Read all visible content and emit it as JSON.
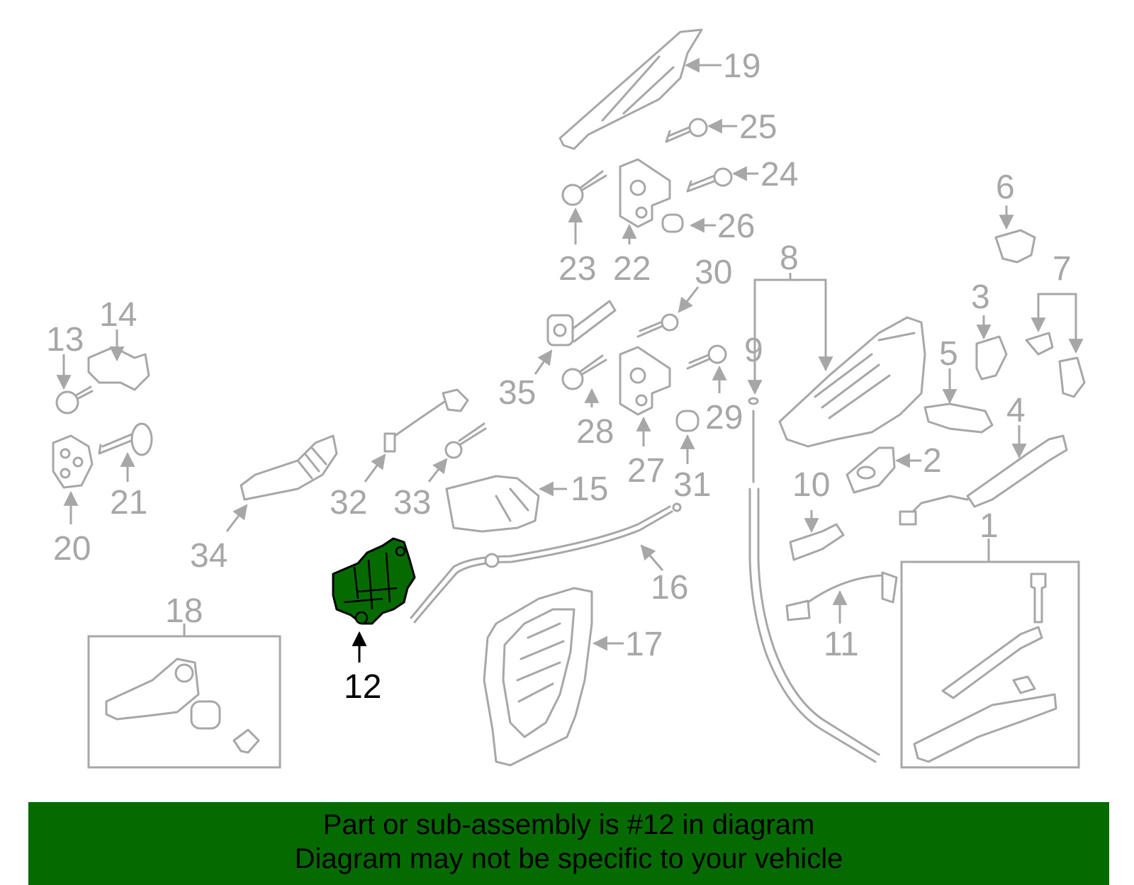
{
  "diagram": {
    "highlighted_part": "12",
    "highlight_color": "#056b00",
    "line_color": "#a7a7a7",
    "callouts": [
      "1",
      "2",
      "3",
      "4",
      "5",
      "6",
      "7",
      "8",
      "9",
      "10",
      "11",
      "12",
      "13",
      "14",
      "15",
      "16",
      "17",
      "18",
      "19",
      "20",
      "21",
      "22",
      "23",
      "24",
      "25",
      "26",
      "27",
      "28",
      "29",
      "30",
      "31",
      "32",
      "33",
      "34",
      "35"
    ]
  },
  "banner": {
    "line1": "Part or sub-assembly is #12 in diagram",
    "line2": "Diagram may not be specific to your vehicle",
    "background": "#056b00"
  }
}
